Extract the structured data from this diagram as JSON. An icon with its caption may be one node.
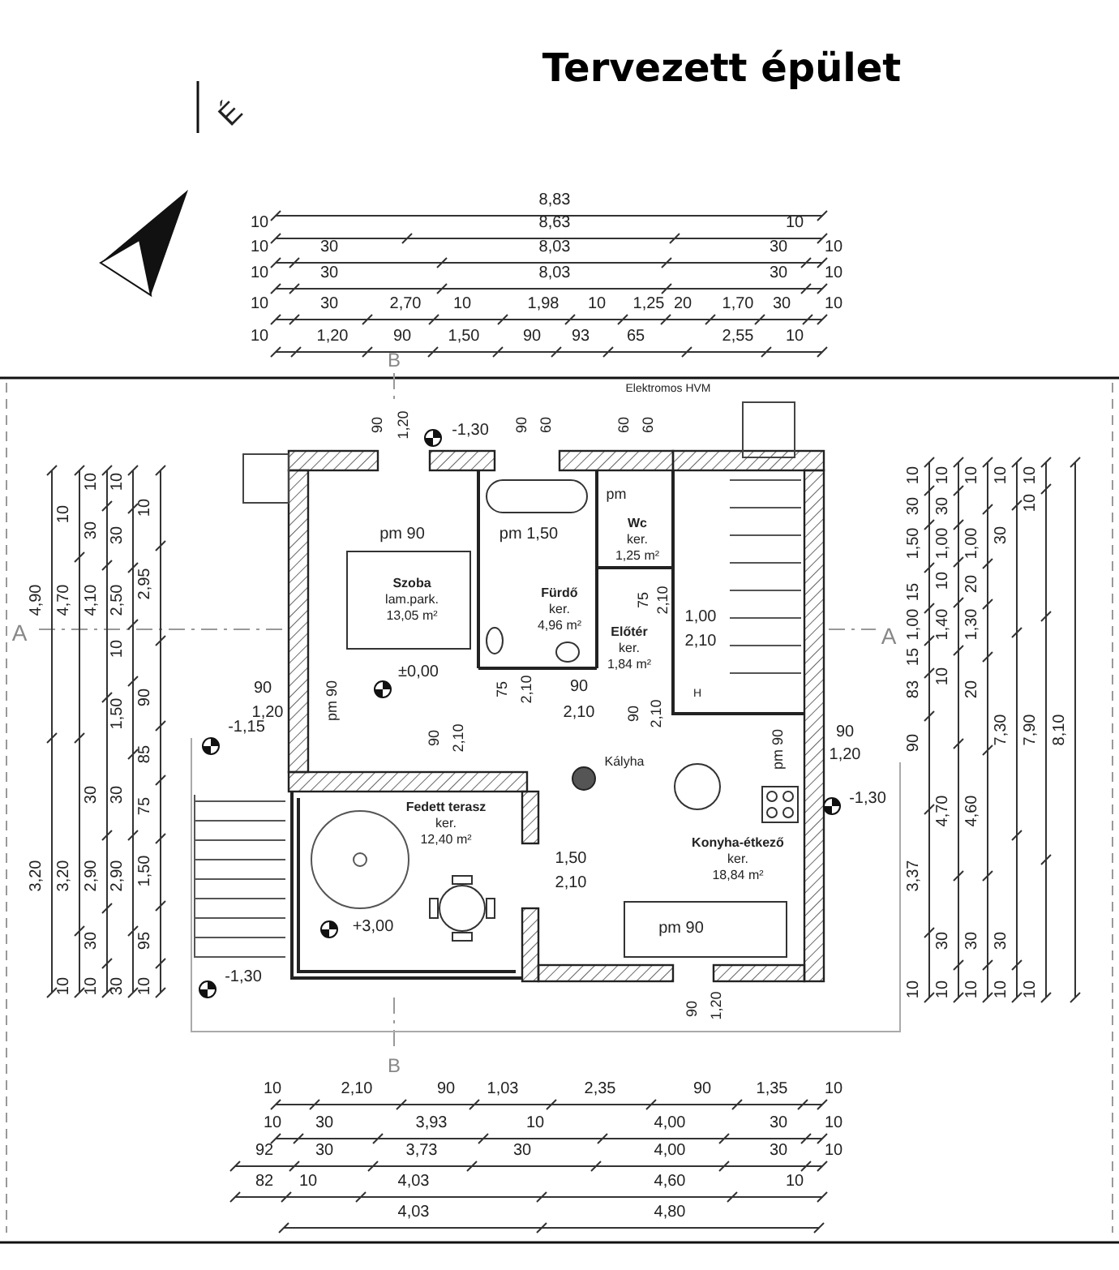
{
  "diagram": {
    "title": "Tervezett épület",
    "nodes": [
      {
        "text": [
          "Szoba",
          "lam.park.",
          "13,05 m²"
        ]
      },
      {
        "text": [
          "Fürdő",
          "ker.",
          "4,96 m²"
        ]
      },
      {
        "text": [
          "Wc",
          "ker.",
          "1,25 m²"
        ]
      },
      {
        "text": [
          "Előtér",
          "ker.",
          "1,84 m²"
        ]
      },
      {
        "text": [
          "Fedett terasz",
          "ker.",
          "12,40 m²"
        ]
      },
      {
        "text": [
          "Konyha-étkező",
          "ker.",
          "18,84 m²"
        ]
      }
    ],
    "labels": [
      "É",
      "8,83",
      "10",
      "8,63",
      "10",
      "10",
      "30",
      "8,03",
      "30",
      "10",
      "10",
      "30",
      "8,03",
      "30",
      "10",
      "10",
      "30",
      "2,70",
      "10",
      "1,98",
      "10",
      "1,25",
      "20",
      "1,70",
      "30",
      "10",
      "10",
      "1,20",
      "90",
      "1,50",
      "90",
      "93",
      "65",
      "2,55",
      "10",
      "B",
      "Elektromos HVM",
      "90",
      "1,20",
      "-1,30",
      "90",
      "60",
      "60",
      "60",
      "pm 90",
      "pm 1,50",
      "pm",
      "75",
      "2,10",
      "1,00",
      "2,10",
      "75",
      "2,10",
      "±0,00",
      "pm 90",
      "90",
      "1,20",
      "-1,15",
      "90",
      "2,10",
      "90",
      "2,10",
      "H",
      "90",
      "2,10",
      "pm 90",
      "90",
      "1,20",
      "-1,30",
      "Kályha",
      "1,50",
      "2,10",
      "+3,00",
      "pm 90",
      "90",
      "1,20",
      "-1,30",
      "A",
      "A",
      "4,90",
      "3,20",
      "10",
      "4,70",
      "3,20",
      "10",
      "10",
      "30",
      "4,10",
      "30",
      "2,90",
      "30",
      "10",
      "10",
      "30",
      "2,50",
      "10",
      "1,50",
      "30",
      "2,90",
      "30",
      "10",
      "2,95",
      "90",
      "85",
      "75",
      "1,50",
      "95",
      "10",
      "10",
      "30",
      "1,50",
      "15",
      "1,00",
      "15",
      "83",
      "90",
      "3,37",
      "10",
      "10",
      "30",
      "1,00",
      "10",
      "1,40",
      "10",
      "4,70",
      "30",
      "10",
      "10",
      "1,00",
      "20",
      "1,30",
      "20",
      "4,60",
      "30",
      "10",
      "10",
      "30",
      "7,30",
      "30",
      "10",
      "10",
      "10",
      "7,90",
      "10",
      "8,10",
      "10",
      "2,10",
      "90",
      "1,03",
      "2,35",
      "90",
      "1,35",
      "10",
      "10",
      "30",
      "3,93",
      "10",
      "4,00",
      "30",
      "10",
      "92",
      "30",
      "3,73",
      "30",
      "4,00",
      "30",
      "10",
      "82",
      "10",
      "4,03",
      "4,60",
      "10",
      "4,03",
      "4,80",
      "B"
    ]
  }
}
